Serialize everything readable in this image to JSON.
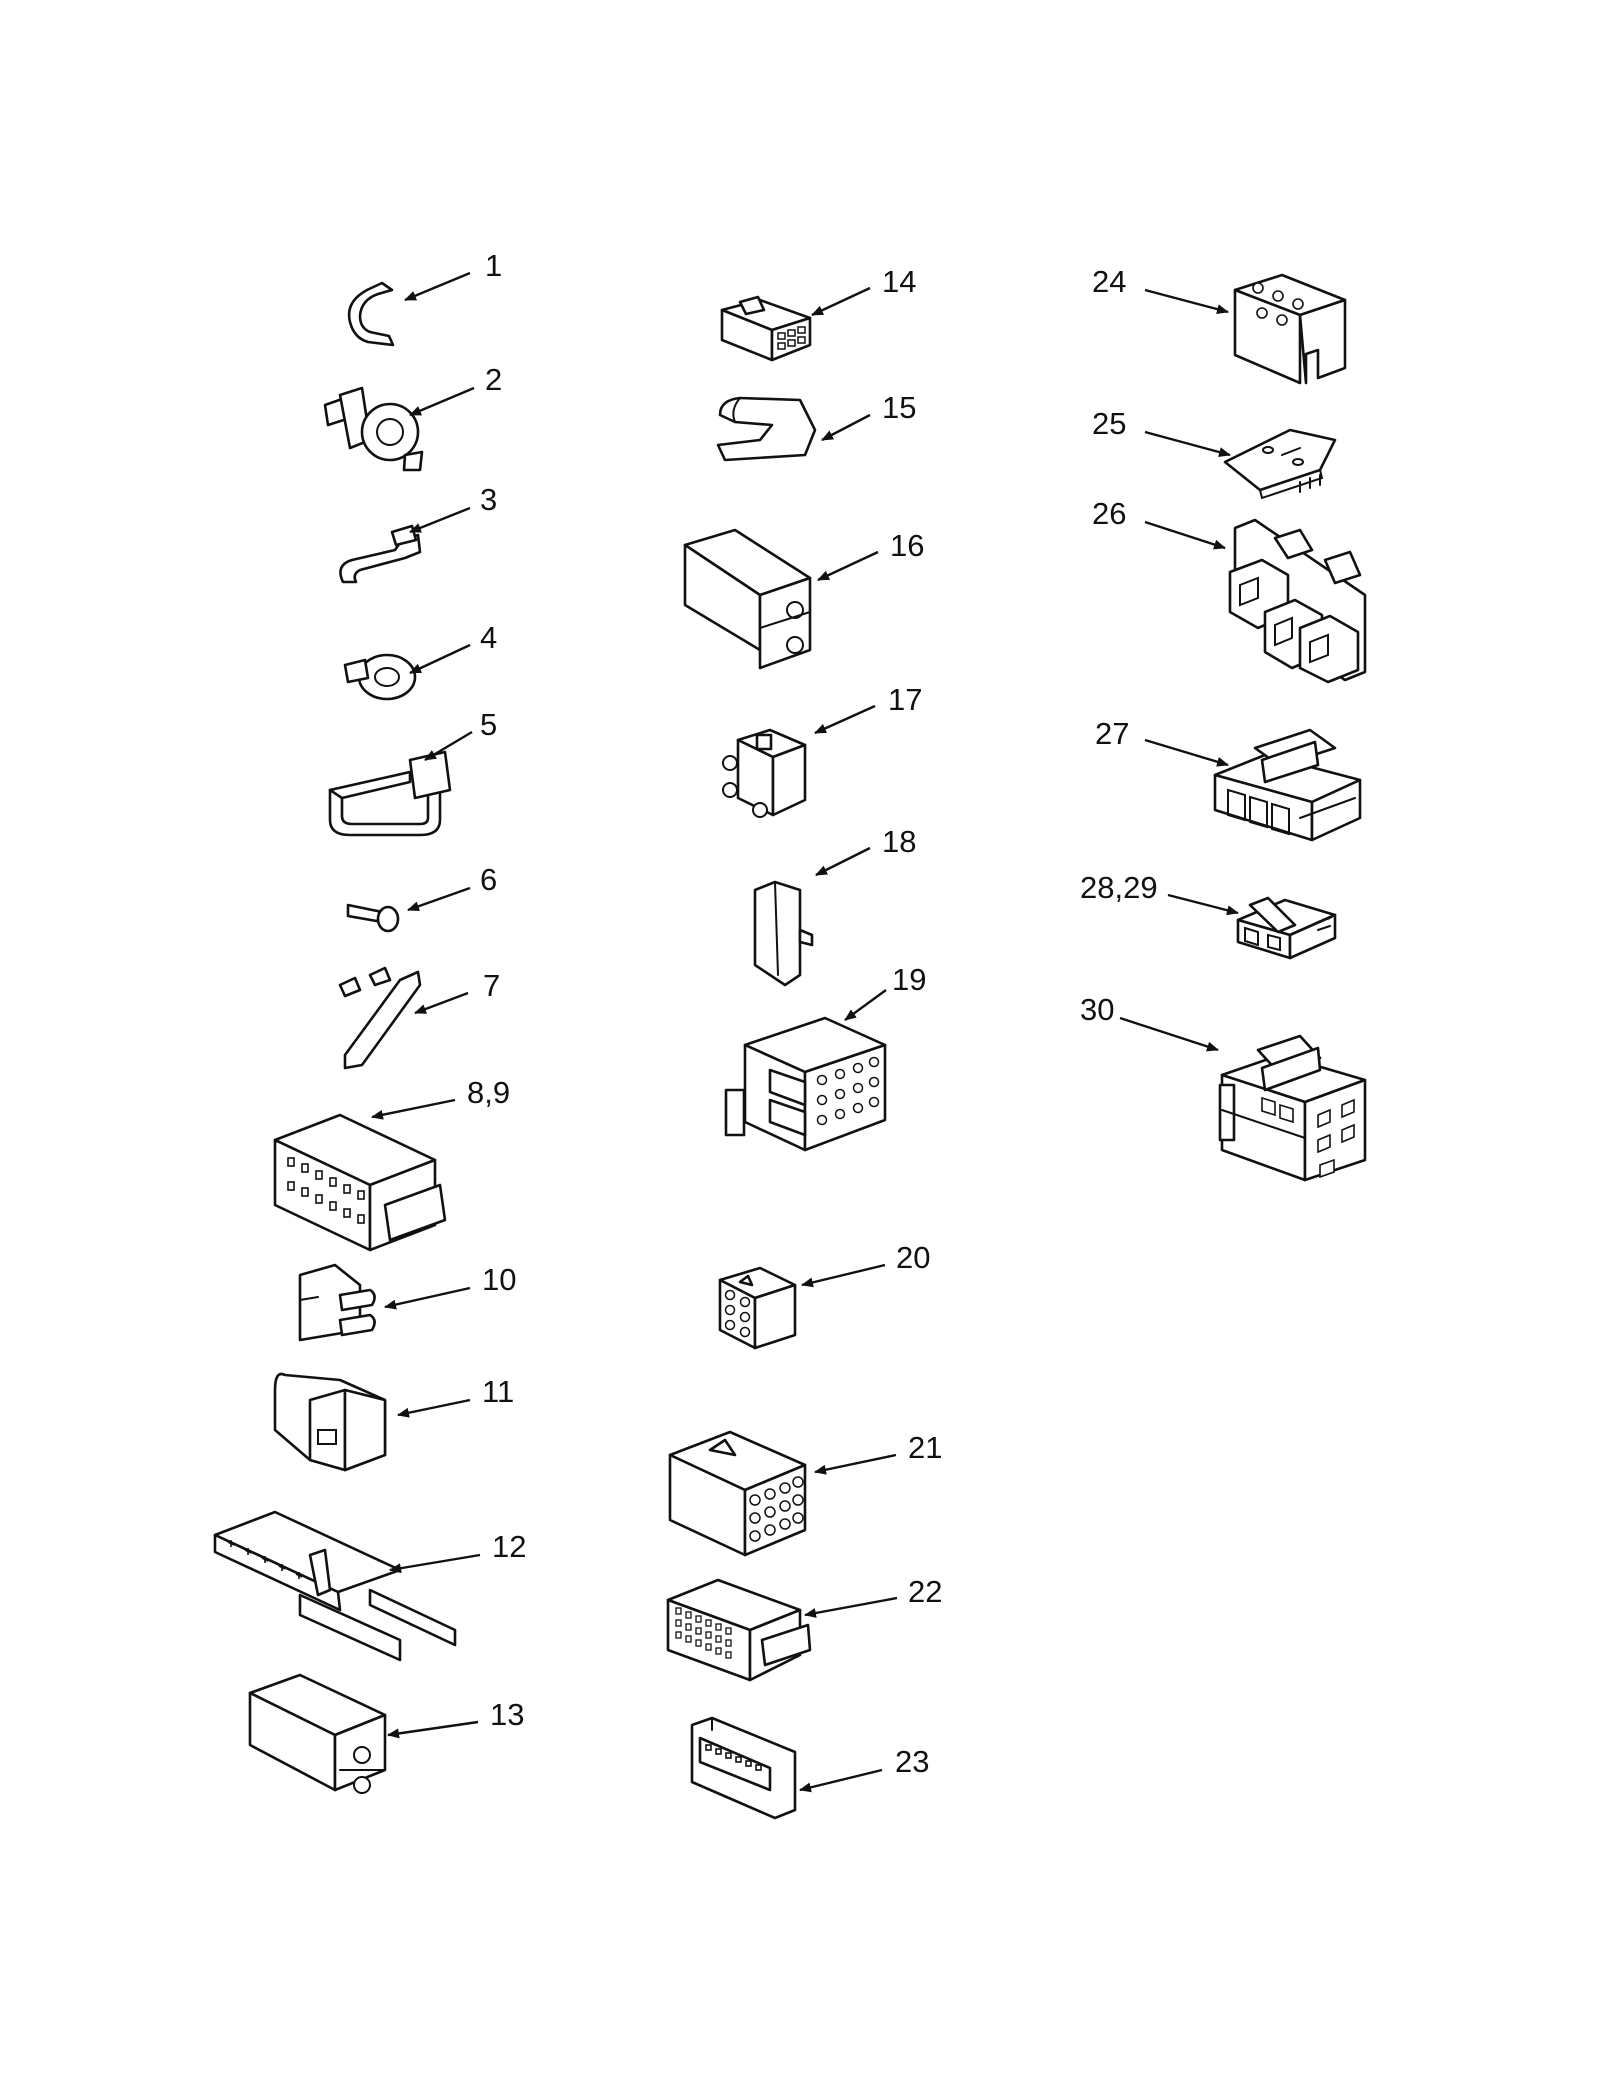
{
  "callouts": [
    {
      "id": "p1",
      "label": "1"
    },
    {
      "id": "p2",
      "label": "2"
    },
    {
      "id": "p3",
      "label": "3"
    },
    {
      "id": "p4",
      "label": "4"
    },
    {
      "id": "p5",
      "label": "5"
    },
    {
      "id": "p6",
      "label": "6"
    },
    {
      "id": "p7",
      "label": "7"
    },
    {
      "id": "p8",
      "label": "8,9"
    },
    {
      "id": "p10",
      "label": "10"
    },
    {
      "id": "p11",
      "label": "11"
    },
    {
      "id": "p12",
      "label": "12"
    },
    {
      "id": "p13",
      "label": "13"
    },
    {
      "id": "p14",
      "label": "14"
    },
    {
      "id": "p15",
      "label": "15"
    },
    {
      "id": "p16",
      "label": "16"
    },
    {
      "id": "p17",
      "label": "17"
    },
    {
      "id": "p18",
      "label": "18"
    },
    {
      "id": "p19",
      "label": "19"
    },
    {
      "id": "p20",
      "label": "20"
    },
    {
      "id": "p21",
      "label": "21"
    },
    {
      "id": "p22",
      "label": "22"
    },
    {
      "id": "p23",
      "label": "23"
    },
    {
      "id": "p24",
      "label": "24"
    },
    {
      "id": "p25",
      "label": "25"
    },
    {
      "id": "p26",
      "label": "26"
    },
    {
      "id": "p27",
      "label": "27"
    },
    {
      "id": "p28",
      "label": "28,29"
    },
    {
      "id": "p30",
      "label": "30"
    }
  ]
}
